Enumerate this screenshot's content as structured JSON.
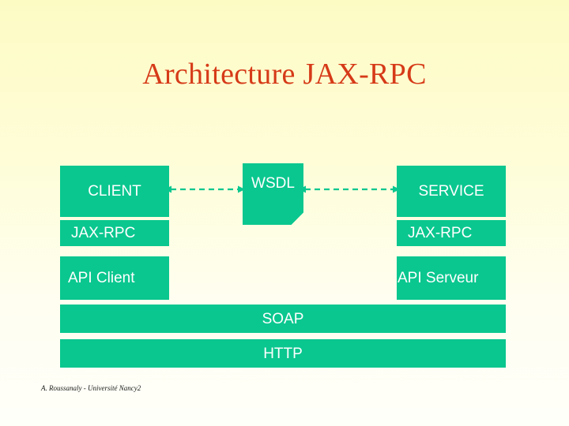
{
  "slide": {
    "title": "Architecture JAX-RPC",
    "title_color": "#d63a18",
    "background_top_color": "#fdfbc4",
    "background_bottom_color": "#fffffa",
    "block_color": "#0ac78f",
    "block_text_color": "#ffffff",
    "footer": "A. Roussanaly - Université Nancy2"
  },
  "diagram": {
    "type": "layered-architecture",
    "client_stack": [
      {
        "label": "CLIENT"
      },
      {
        "label": "JAX-RPC"
      },
      {
        "label": "API Client"
      }
    ],
    "server_stack": [
      {
        "label": "SERVICE"
      },
      {
        "label": "JAX-RPC"
      },
      {
        "label": "API Serveur"
      }
    ],
    "contract": {
      "label": "WSDL",
      "shape": "document-folded-corner"
    },
    "transport_layers": [
      {
        "label": "SOAP"
      },
      {
        "label": "HTTP"
      }
    ],
    "connectors": [
      {
        "from": "CLIENT",
        "to": "WSDL",
        "style": "dashed",
        "heads": "both"
      },
      {
        "from": "WSDL",
        "to": "SERVICE",
        "style": "dashed",
        "heads": "both"
      }
    ]
  }
}
